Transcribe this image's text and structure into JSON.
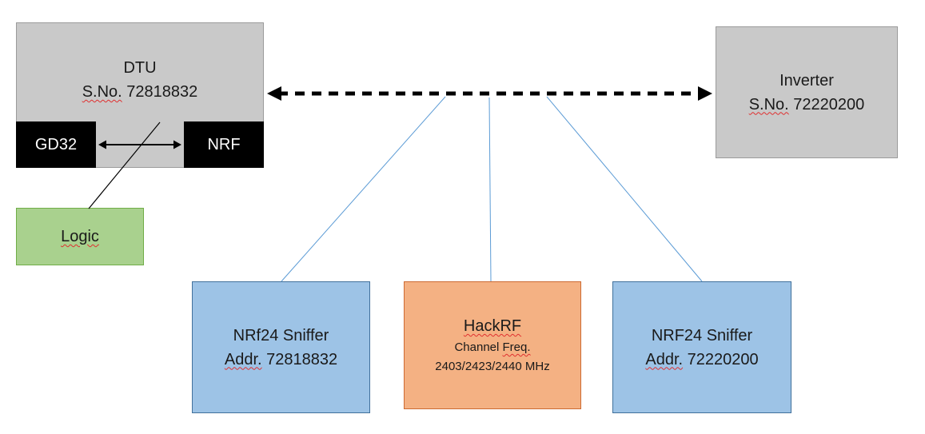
{
  "diagram": {
    "dtu": {
      "title": "DTU",
      "serial_label": "S.No.",
      "serial_number": "72818832"
    },
    "gd32": {
      "label": "GD32"
    },
    "nrf": {
      "label": "NRF"
    },
    "inverter": {
      "title": "Inverter",
      "serial_label": "S.No.",
      "serial_number": "72220200"
    },
    "logic": {
      "label": "Logic"
    },
    "sniffer_left": {
      "title": "NRf24 Sniffer",
      "addr_label": "Addr.",
      "address": "72818832"
    },
    "hackrf": {
      "title": "HackRF",
      "channel_word": "Channel",
      "freq_word": "Freq.",
      "frequencies": "2403/2423/2440 MHz"
    },
    "sniffer_right": {
      "title": "NRF24 Sniffer",
      "addr_label": "Addr.",
      "address": "72220200"
    },
    "colors": {
      "box_gray": "#c9c9c9",
      "box_gray_border": "#9b9b9b",
      "box_black": "#000000",
      "box_green": "#a9d18e",
      "box_green_border": "#70ad47",
      "box_blue": "#9dc3e6",
      "box_blue_border": "#41719c",
      "box_orange": "#f4b183",
      "box_orange_border": "#cd6a32",
      "connector_blue": "#5b9bd5",
      "arrow_black": "#000000"
    }
  }
}
